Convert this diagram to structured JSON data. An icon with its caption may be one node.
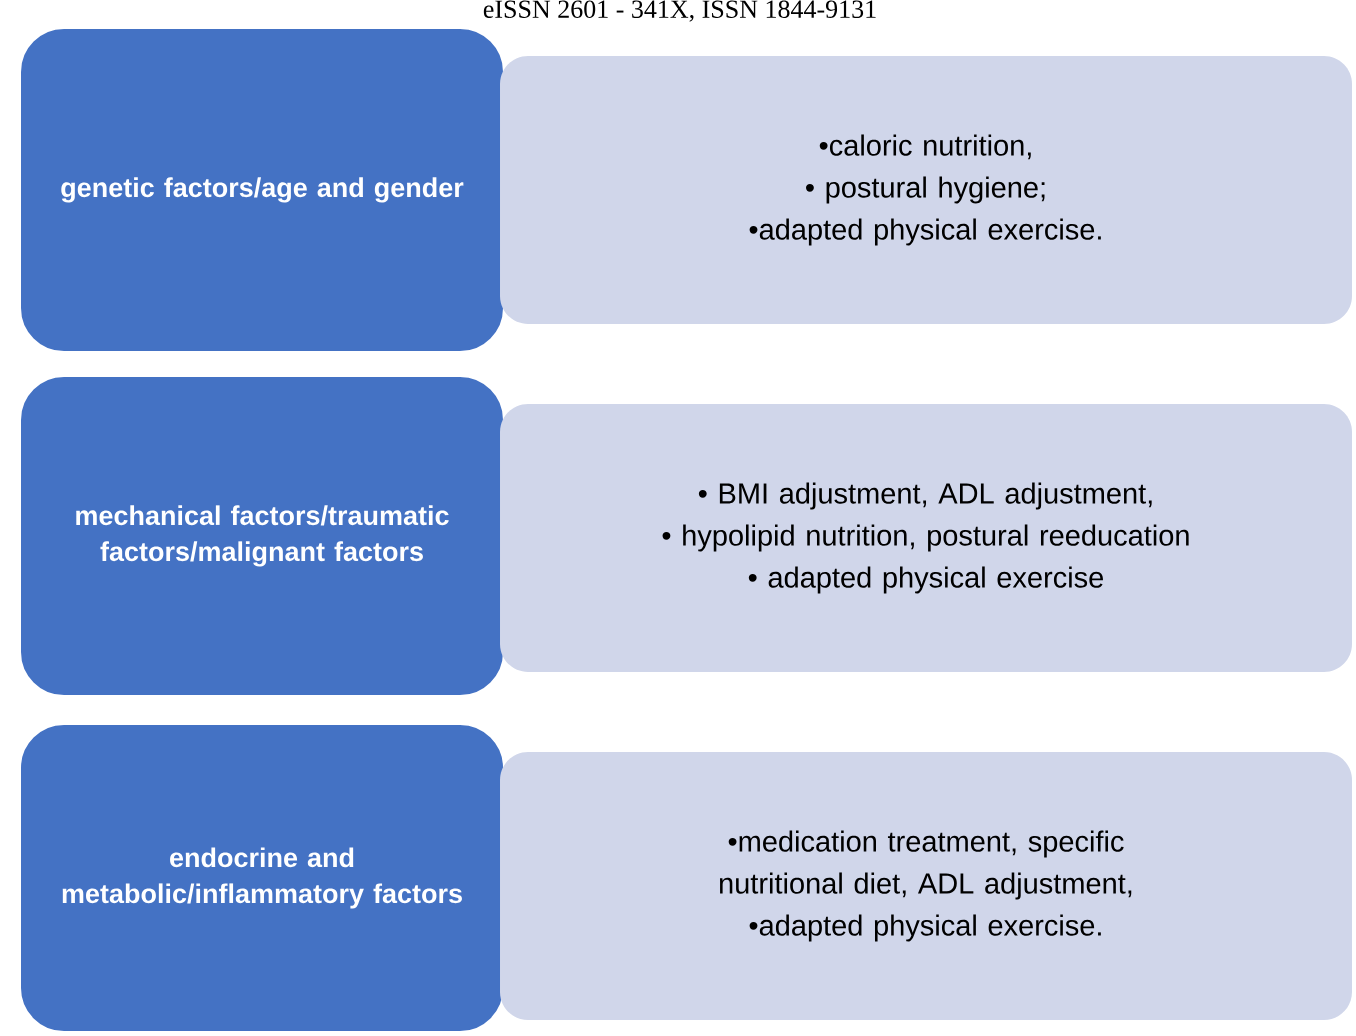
{
  "diagram": {
    "nodes": [
      {
        "text": [
          "genetic factors/age and gender"
        ]
      },
      {
        "text": [
          "•caloric nutrition,",
          "• postural hygiene;",
          "•adapted physical exercise."
        ]
      },
      {
        "text": [
          "mechanical factors/traumatic factors/malignant factors"
        ]
      },
      {
        "text": [
          "•   BMI adjustment, ADL adjustment,",
          "•   hypolipid nutrition, postural reeducation",
          "•    adapted physical exercise"
        ]
      },
      {
        "text": [
          "endocrine and metabolic/inflammatory factors"
        ]
      },
      {
        "text": [
          "•medication treatment, specific nutritional diet, ADL adjustment,",
          "•adapted physical exercise."
        ]
      }
    ],
    "labels": [
      "eISSN 2601 - 341X, ISSN 1844-9131"
    ]
  }
}
